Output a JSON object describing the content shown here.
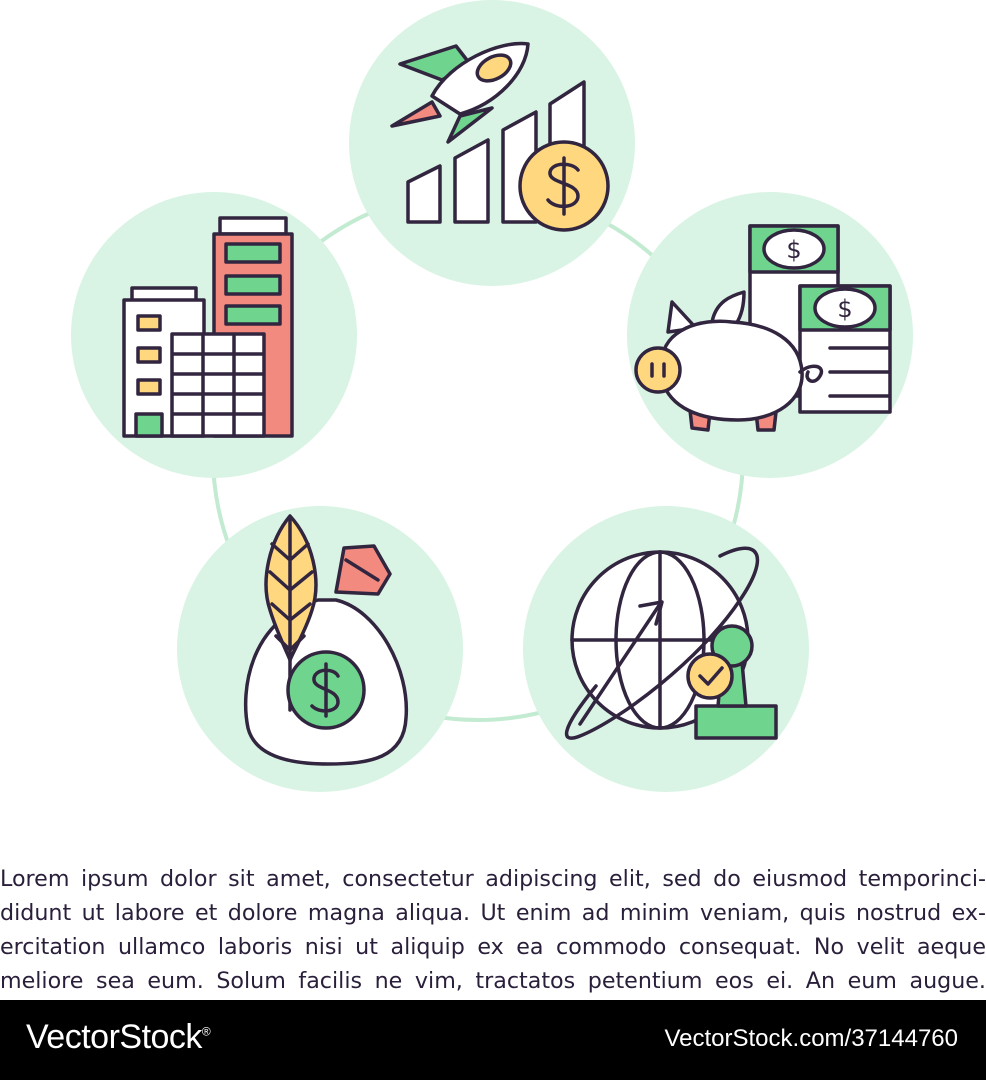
{
  "diagram": {
    "nodes": [
      {
        "id": "growth",
        "icon": "rocket-bar-chart-dollar-icon"
      },
      {
        "id": "savings",
        "icon": "piggy-bank-cash-icon"
      },
      {
        "id": "trade",
        "icon": "globe-stamp-icon"
      },
      {
        "id": "agriculture",
        "icon": "wheat-money-bag-icon"
      },
      {
        "id": "real-estate",
        "icon": "city-buildings-icon"
      }
    ],
    "colors": {
      "circle_fill": "#d9f4e4",
      "connector": "#c2ebd1",
      "outline": "#32253f",
      "green": "#6fd48e",
      "yellow": "#ffd77f",
      "pink": "#f28a80",
      "white": "#ffffff"
    }
  },
  "body_text": {
    "lines": [
      "Lorem ipsum dolor sit amet, consectetur adipiscing elit, sed do eiusmod temporinci-",
      "didunt ut labore et dolore magna aliqua. Ut enim ad minim veniam, quis nostrud ex-",
      "ercitation ullamco laboris nisi ut aliquip ex ea commodo consequat. No velit aeque",
      "meliore sea eum. Solum facilis ne vim, tractatos petentium eos ei. An eum augue."
    ]
  },
  "footer": {
    "brand": "VectorStock",
    "brand_mark": "®",
    "image_id": "VectorStock.com/37144760"
  }
}
